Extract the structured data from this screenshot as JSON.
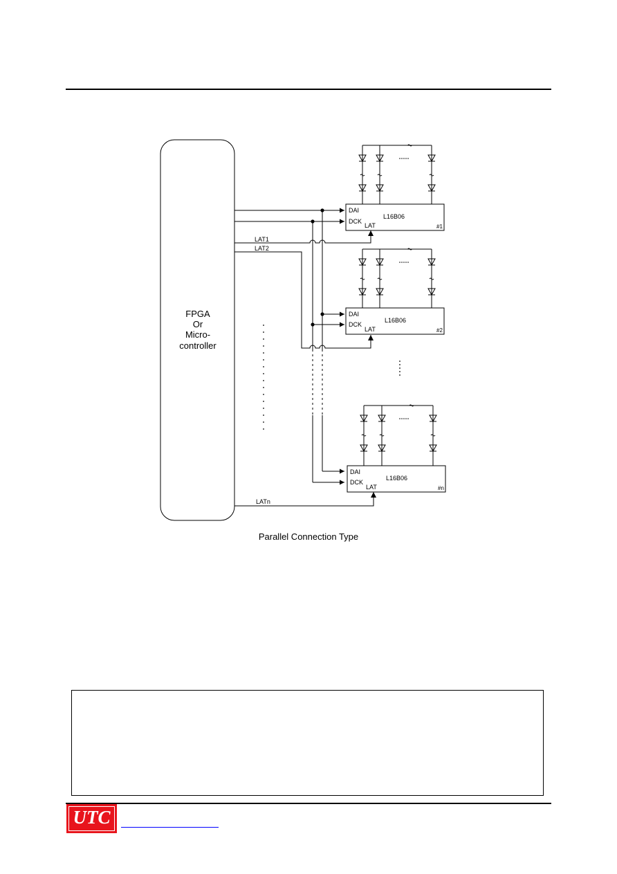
{
  "diagram": {
    "controller_label_lines": [
      "FPGA",
      "Or",
      "Micro-",
      "controller"
    ],
    "signals": {
      "lat1": "LAT1",
      "lat2": "LAT2",
      "latn": "LATn"
    },
    "drivers": [
      {
        "part": "L16B06",
        "data_in": "DAI",
        "clock": "DCK",
        "latch": "LAT",
        "index": "#1"
      },
      {
        "part": "L16B06",
        "data_in": "DAI",
        "clock": "DCK",
        "latch": "LAT",
        "index": "#2"
      },
      {
        "part": "L16B06",
        "data_in": "DAI",
        "clock": "DCK",
        "latch": "LAT",
        "index": "#n"
      }
    ],
    "caption": "Parallel Connection Type"
  },
  "footer": {
    "logo_text": "UTC"
  }
}
